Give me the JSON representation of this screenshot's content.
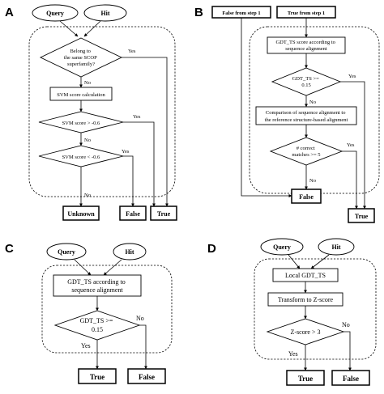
{
  "panels": {
    "A": {
      "letter": "A",
      "inputs": [
        "Query",
        "Hit"
      ],
      "decision1": [
        "Belong to",
        "the same SCOP",
        "superfamily?"
      ],
      "process": "SVM score calculation",
      "decision2": "SVM score > -0.6",
      "decision3": "SVM score < -0.6",
      "yes": "Yes",
      "no": "No",
      "outcomes": [
        "Unknown",
        "False",
        "True"
      ]
    },
    "B": {
      "letter": "B",
      "inputs": [
        "False from step 1",
        "True from step 1"
      ],
      "process1": [
        "GDT_TS score according to",
        "sequence alignment"
      ],
      "decision1": [
        "GDT_TS >=",
        "0.15"
      ],
      "process2": [
        "Comparison of sequence alignment to",
        "the reference structure-based alignment"
      ],
      "decision2": [
        "# correct",
        "matches >= 5"
      ],
      "yes": "Yes",
      "no": "No",
      "outcomes": [
        "False",
        "True"
      ]
    },
    "C": {
      "letter": "C",
      "inputs": [
        "Query",
        "Hit"
      ],
      "process": [
        "GDT_TS according to",
        "sequence alignment"
      ],
      "decision": [
        "GDT_TS >=",
        "0.15"
      ],
      "yes": "Yes",
      "no": "No",
      "outcomes": [
        "True",
        "False"
      ]
    },
    "D": {
      "letter": "D",
      "inputs": [
        "Query",
        "Hit"
      ],
      "process1": "Local GDT_TS",
      "process2": "Transform to Z-score",
      "decision": "Z-score > 3",
      "yes": "Yes",
      "no": "No",
      "outcomes": [
        "True",
        "False"
      ]
    }
  }
}
